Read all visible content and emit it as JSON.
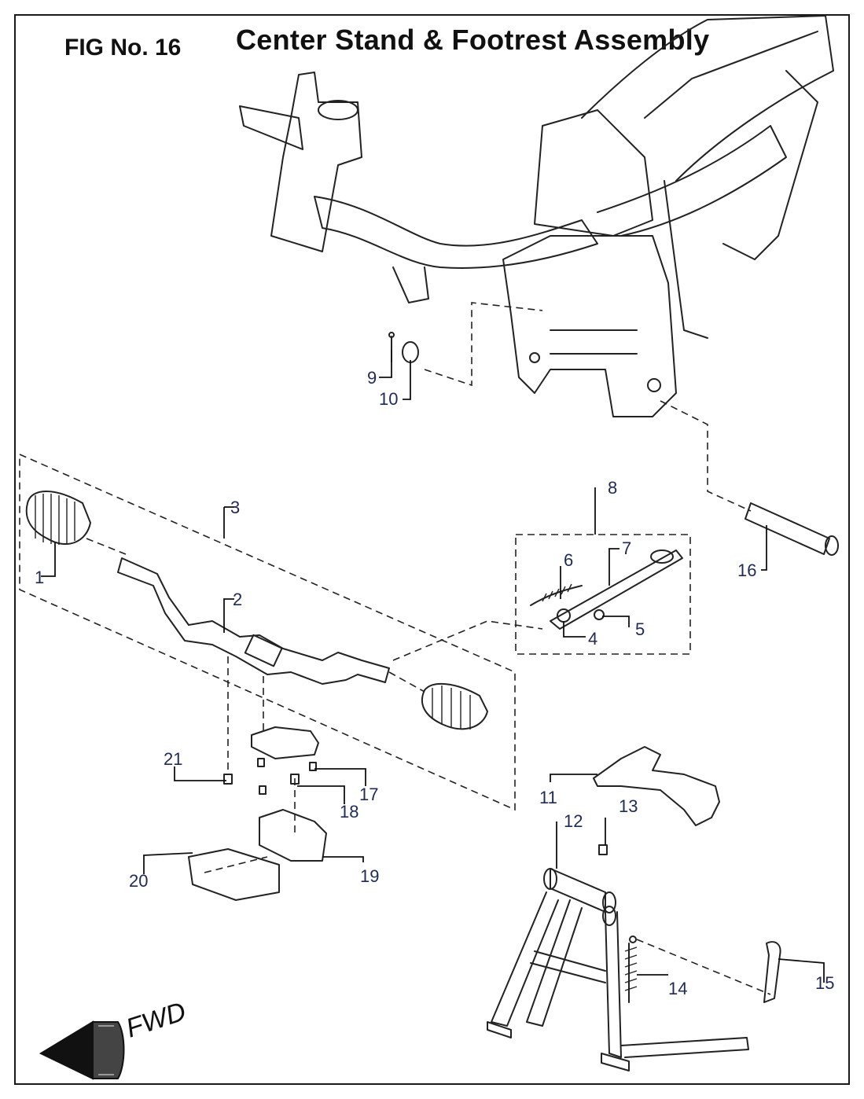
{
  "figure": {
    "number_label": "FIG No. 16",
    "title": "Center Stand & Footrest Assembly"
  },
  "direction_label": "FWD",
  "callouts": [
    {
      "id": "1",
      "text": "1"
    },
    {
      "id": "2",
      "text": "2"
    },
    {
      "id": "3",
      "text": "3"
    },
    {
      "id": "4",
      "text": "4"
    },
    {
      "id": "5",
      "text": "5"
    },
    {
      "id": "6",
      "text": "6"
    },
    {
      "id": "7",
      "text": "7"
    },
    {
      "id": "8",
      "text": "8"
    },
    {
      "id": "9",
      "text": "9"
    },
    {
      "id": "10",
      "text": "10"
    },
    {
      "id": "11",
      "text": "11"
    },
    {
      "id": "12",
      "text": "12"
    },
    {
      "id": "13",
      "text": "13"
    },
    {
      "id": "14",
      "text": "14"
    },
    {
      "id": "15",
      "text": "15"
    },
    {
      "id": "16",
      "text": "16"
    },
    {
      "id": "17",
      "text": "17"
    },
    {
      "id": "18",
      "text": "18"
    },
    {
      "id": "19",
      "text": "19"
    },
    {
      "id": "20",
      "text": "20"
    },
    {
      "id": "21",
      "text": "21"
    }
  ],
  "colors": {
    "callout_text": "#1f2a55",
    "line_art": "#222222",
    "background": "#ffffff"
  }
}
